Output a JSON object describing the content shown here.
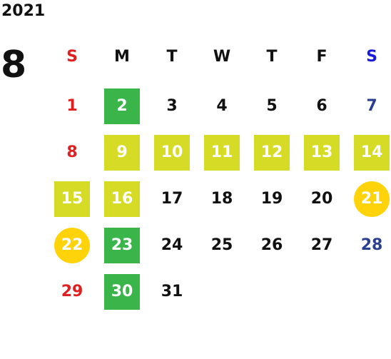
{
  "calendar": {
    "year": "2021",
    "month": "8",
    "weekdays": [
      {
        "label": "S",
        "color": "#e02020"
      },
      {
        "label": "M",
        "color": "#111111"
      },
      {
        "label": "T",
        "color": "#111111"
      },
      {
        "label": "W",
        "color": "#111111"
      },
      {
        "label": "T",
        "color": "#111111"
      },
      {
        "label": "F",
        "color": "#111111"
      },
      {
        "label": "S",
        "color": "#1a1adb"
      }
    ],
    "days": [
      {
        "day": "1",
        "row": 0,
        "col": 0,
        "color": "#e02020",
        "highlight": "none"
      },
      {
        "day": "2",
        "row": 0,
        "col": 1,
        "color": "#ffffff",
        "highlight": "green"
      },
      {
        "day": "3",
        "row": 0,
        "col": 2,
        "color": "#111111",
        "highlight": "none"
      },
      {
        "day": "4",
        "row": 0,
        "col": 3,
        "color": "#111111",
        "highlight": "none"
      },
      {
        "day": "5",
        "row": 0,
        "col": 4,
        "color": "#111111",
        "highlight": "none"
      },
      {
        "day": "6",
        "row": 0,
        "col": 5,
        "color": "#111111",
        "highlight": "none"
      },
      {
        "day": "7",
        "row": 0,
        "col": 6,
        "color": "#2a3f8f",
        "highlight": "none"
      },
      {
        "day": "8",
        "row": 1,
        "col": 0,
        "color": "#e02020",
        "highlight": "none"
      },
      {
        "day": "9",
        "row": 1,
        "col": 1,
        "color": "#ffffff",
        "highlight": "yellow-green"
      },
      {
        "day": "10",
        "row": 1,
        "col": 2,
        "color": "#ffffff",
        "highlight": "yellow-green"
      },
      {
        "day": "11",
        "row": 1,
        "col": 3,
        "color": "#ffffff",
        "highlight": "yellow-green"
      },
      {
        "day": "12",
        "row": 1,
        "col": 4,
        "color": "#ffffff",
        "highlight": "yellow-green"
      },
      {
        "day": "13",
        "row": 1,
        "col": 5,
        "color": "#ffffff",
        "highlight": "yellow-green"
      },
      {
        "day": "14",
        "row": 1,
        "col": 6,
        "color": "#ffffff",
        "highlight": "yellow-green"
      },
      {
        "day": "15",
        "row": 2,
        "col": 0,
        "color": "#ffffff",
        "highlight": "yellow-green"
      },
      {
        "day": "16",
        "row": 2,
        "col": 1,
        "color": "#ffffff",
        "highlight": "yellow-green"
      },
      {
        "day": "17",
        "row": 2,
        "col": 2,
        "color": "#111111",
        "highlight": "none"
      },
      {
        "day": "18",
        "row": 2,
        "col": 3,
        "color": "#111111",
        "highlight": "none"
      },
      {
        "day": "19",
        "row": 2,
        "col": 4,
        "color": "#111111",
        "highlight": "none"
      },
      {
        "day": "20",
        "row": 2,
        "col": 5,
        "color": "#111111",
        "highlight": "none"
      },
      {
        "day": "21",
        "row": 2,
        "col": 6,
        "color": "#ffffff",
        "highlight": "gold"
      },
      {
        "day": "22",
        "row": 3,
        "col": 0,
        "color": "#ffffff",
        "highlight": "gold"
      },
      {
        "day": "23",
        "row": 3,
        "col": 1,
        "color": "#ffffff",
        "highlight": "green"
      },
      {
        "day": "24",
        "row": 3,
        "col": 2,
        "color": "#111111",
        "highlight": "none"
      },
      {
        "day": "25",
        "row": 3,
        "col": 3,
        "color": "#111111",
        "highlight": "none"
      },
      {
        "day": "26",
        "row": 3,
        "col": 4,
        "color": "#111111",
        "highlight": "none"
      },
      {
        "day": "27",
        "row": 3,
        "col": 5,
        "color": "#111111",
        "highlight": "none"
      },
      {
        "day": "28",
        "row": 3,
        "col": 6,
        "color": "#2a3f8f",
        "highlight": "none"
      },
      {
        "day": "29",
        "row": 4,
        "col": 0,
        "color": "#e02020",
        "highlight": "none"
      },
      {
        "day": "30",
        "row": 4,
        "col": 1,
        "color": "#ffffff",
        "highlight": "green"
      },
      {
        "day": "31",
        "row": 4,
        "col": 2,
        "color": "#111111",
        "highlight": "none"
      }
    ]
  }
}
